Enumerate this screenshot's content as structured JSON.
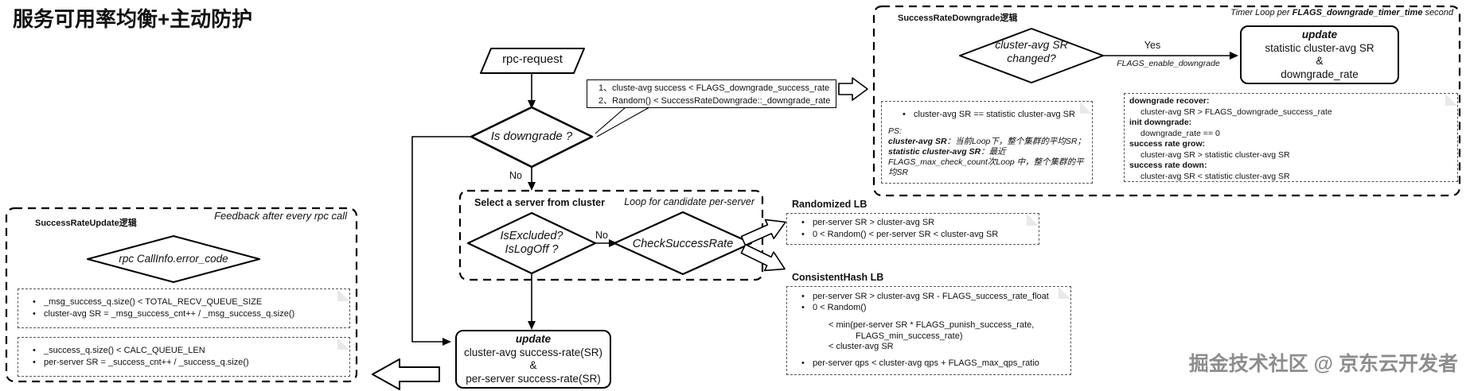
{
  "title": "服务可用率均衡+主动防护",
  "watermark": "掘金技术社区 @ 京东云开发者",
  "flow": {
    "start": "rpc-request",
    "downgrade_q": "Is downgrade ?",
    "no1": "No",
    "conditions": [
      "1、cluste-avg success < FLAGS_downgrade_success_rate",
      "2、Random() < SuccessRateDowngrade::_downgrade_rate"
    ]
  },
  "select": {
    "title": "Select a server from cluster",
    "loop": "Loop for candidate per-server",
    "excluded1": "IsExcluded?",
    "excluded2": "IsLogOff ?",
    "no2": "No",
    "check": "CheckSuccessRate"
  },
  "randomized": {
    "title": "Randomized LB",
    "rules": [
      "per-server SR > cluster-avg SR",
      "0 < Random() < per-server SR < cluster-avg SR"
    ]
  },
  "consistent": {
    "title": "ConsistentHash LB",
    "r1": "per-server SR > cluster-avg SR - FLAGS_success_rate_float",
    "r2": "0 < Random()",
    "r3": "< min(per-server SR * FLAGS_punish_success_rate,",
    "r4": "FLAGS_min_success_rate)",
    "r5": "< cluster-avg SR",
    "r6": "per-server qps < cluster-avg qps + FLAGS_max_qps_ratio"
  },
  "update_sr": {
    "title": "update",
    "l1": "cluster-avg success-rate(SR)",
    "amp": "&",
    "l2": "per-server success-rate(SR)"
  },
  "sr_update": {
    "label": "SuccessRateUpdate逻辑",
    "caption": "Feedback after every rpc call",
    "decision": "rpc CallInfo.error_code",
    "note1": [
      "_msg_success_q.size() < TOTAL_RECV_QUEUE_SIZE",
      "cluster-avg SR = _msg_success_cnt++ / _msg_success_q.size()"
    ],
    "note2": [
      "_success_q.size() < CALC_QUEUE_LEN",
      "per-server SR = _success_cnt++ / _success_q.size()"
    ]
  },
  "sr_downgrade": {
    "label": "SuccessRateDowngrade逻辑",
    "timer_prefix": "Timer Loop per ",
    "timer_flag": "FLAGS_downgrade_timer_time",
    "timer_suffix": " second",
    "decision1": "cluster-avg SR",
    "decision2": "changed?",
    "yes": "Yes",
    "yes_cond": "FLAGS_enable_downgrade",
    "update": {
      "title": "update",
      "l1": "statistic cluster-avg SR",
      "amp": "&",
      "l2": "downgrade_rate"
    },
    "note_left": {
      "bullet": "cluster-avg SR == statistic cluster-avg SR",
      "ps": "PS:",
      "def1_term": "cluster-avg SR",
      "def1_rest": "：当前Loop下，整个集群的平均SR；",
      "def2_term": "statistic cluster-avg SR",
      "def2_rest": "：最近FLAGS_max_check_count次Loop 中，整个集群的平均SR"
    },
    "note_right": [
      {
        "h": "downgrade recover:",
        "v": "cluster-avg SR > FLAGS_downgrade_success_rate"
      },
      {
        "h": "init downgrade:",
        "v": "downgrade_rate == 0"
      },
      {
        "h": "success rate grow:",
        "v": "cluster-avg SR > statistic cluster-avg SR"
      },
      {
        "h": "success rate down:",
        "v": "cluster-avg SR < statistic cluster-avg SR"
      }
    ]
  }
}
